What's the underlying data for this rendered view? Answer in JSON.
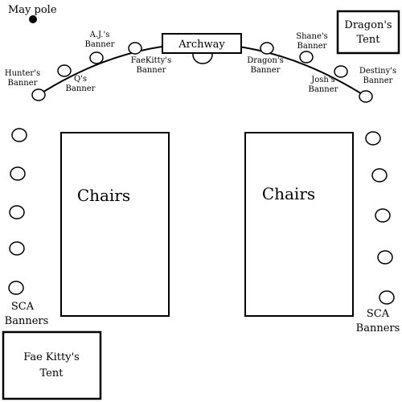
{
  "maypole": {
    "label": "May pole"
  },
  "archway": {
    "label": "Archway"
  },
  "dragons_tent": {
    "line1": "Dragon's",
    "line2": "Tent"
  },
  "facekittys_tent": {
    "line1": "Fae Kitty's",
    "line2": "Tent"
  },
  "chairs_left": {
    "label": "Chairs"
  },
  "chairs_right": {
    "label": "Chairs"
  },
  "sca_left": {
    "line1": "SCA",
    "line2": "Banners"
  },
  "sca_right": {
    "line1": "SCA",
    "line2": "Banners"
  },
  "banners": [
    {
      "line1": "Hunter's",
      "line2": "Banner"
    },
    {
      "line1": "Q's",
      "line2": "Banner"
    },
    {
      "line1": "A.J.'s",
      "line2": "Banner"
    },
    {
      "line1": "FaeKitty's",
      "line2": "Banner"
    },
    {
      "line1": "Dragon's",
      "line2": "Banner"
    },
    {
      "line1": "Shane's",
      "line2": "Banner"
    },
    {
      "line1": "Josh's",
      "line2": "Banner"
    },
    {
      "line1": "Destiny's",
      "line2": "Banner"
    }
  ]
}
